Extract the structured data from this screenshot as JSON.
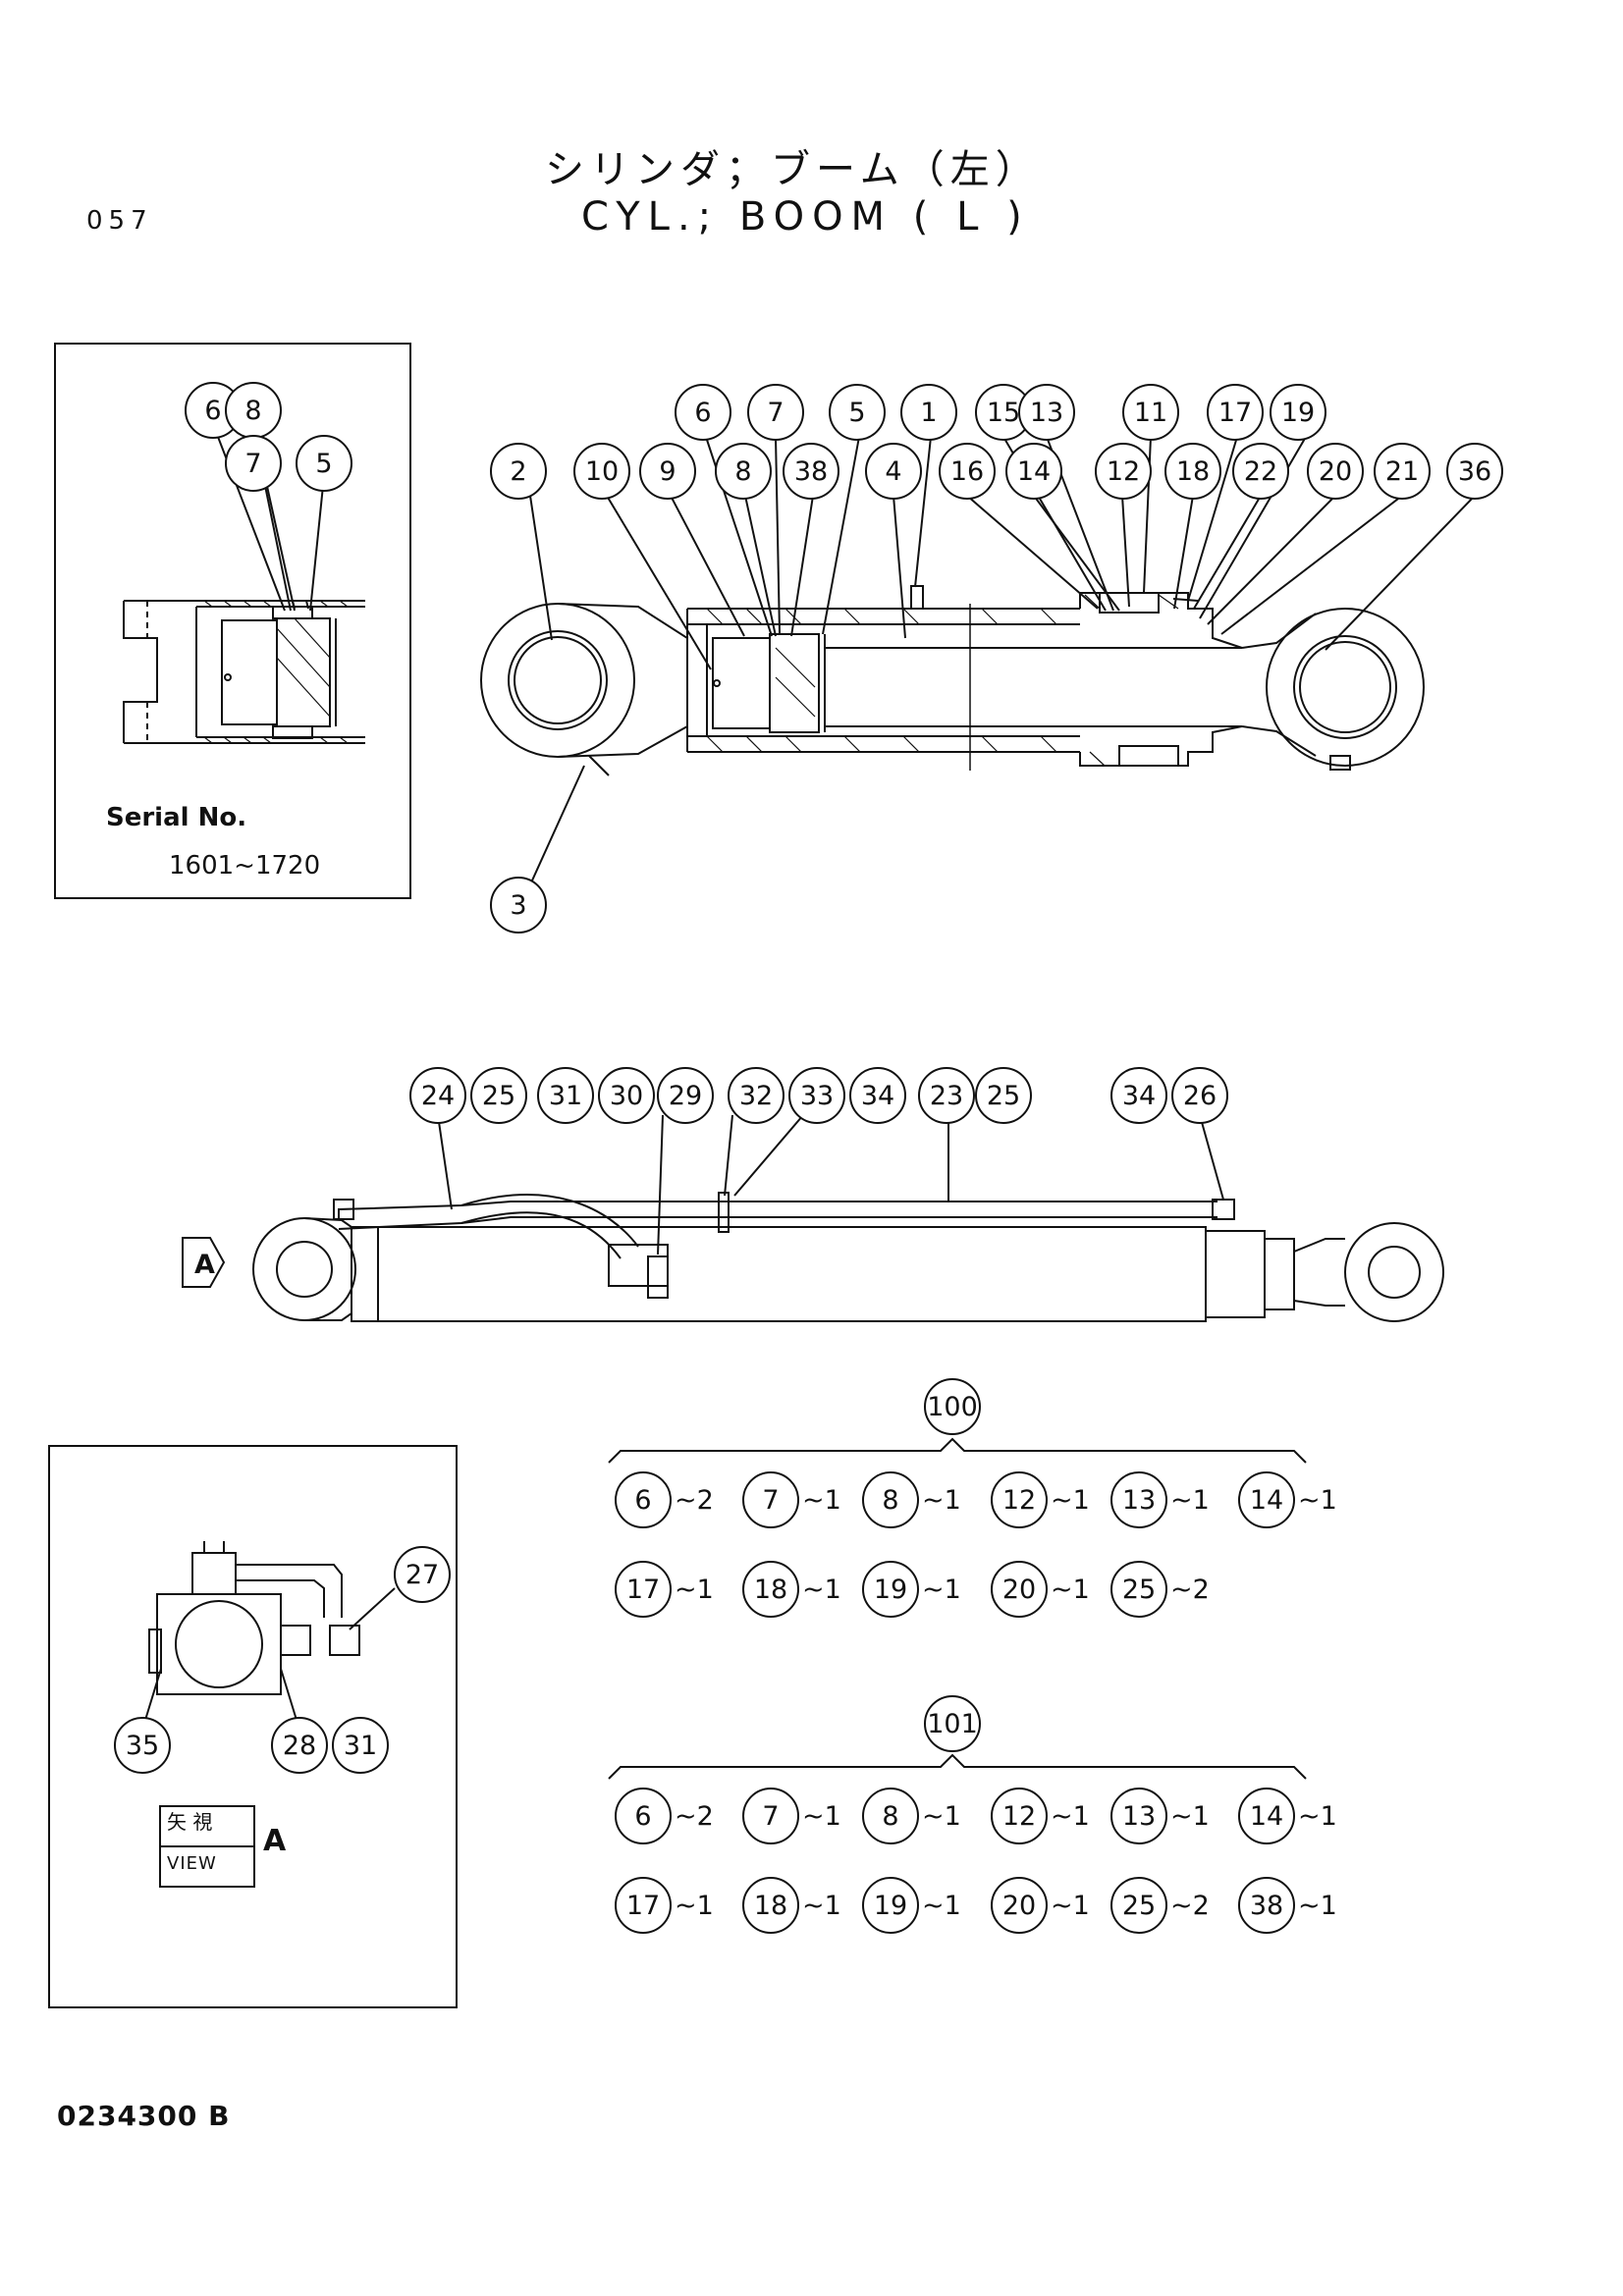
{
  "header": {
    "page_number": "057",
    "title_jp": "シリンダ；ブーム（左）",
    "title_en": "CYL.; BOOM ( L )"
  },
  "inset_detail": {
    "callouts": [
      "6",
      "8",
      "7",
      "5"
    ],
    "serial_label": "Serial No.",
    "serial_range": "1601~1720"
  },
  "main_section": {
    "callouts": [
      "2",
      "10",
      "9",
      "6",
      "8",
      "7",
      "38",
      "5",
      "1",
      "4",
      "16",
      "15",
      "14",
      "13",
      "12",
      "11",
      "18",
      "17",
      "22",
      "19",
      "20",
      "21",
      "36",
      "3"
    ]
  },
  "external_view": {
    "arrow_label": "A",
    "callouts": [
      "24",
      "25",
      "31",
      "30",
      "29",
      "32",
      "33",
      "34",
      "23",
      "25",
      "34",
      "26"
    ]
  },
  "view_a_inset": {
    "callouts": [
      "27",
      "35",
      "28",
      "31"
    ],
    "view_jp": "矢 視",
    "view_en": "VIEW",
    "view_letter": "A"
  },
  "kits": [
    {
      "id": "100",
      "rows": [
        [
          {
            "part": "6",
            "qty": "~2"
          },
          {
            "part": "7",
            "qty": "~1"
          },
          {
            "part": "8",
            "qty": "~1"
          },
          {
            "part": "12",
            "qty": "~1"
          },
          {
            "part": "13",
            "qty": "~1"
          },
          {
            "part": "14",
            "qty": "~1"
          }
        ],
        [
          {
            "part": "17",
            "qty": "~1"
          },
          {
            "part": "18",
            "qty": "~1"
          },
          {
            "part": "19",
            "qty": "~1"
          },
          {
            "part": "20",
            "qty": "~1"
          },
          {
            "part": "25",
            "qty": "~2"
          }
        ]
      ]
    },
    {
      "id": "101",
      "rows": [
        [
          {
            "part": "6",
            "qty": "~2"
          },
          {
            "part": "7",
            "qty": "~1"
          },
          {
            "part": "8",
            "qty": "~1"
          },
          {
            "part": "12",
            "qty": "~1"
          },
          {
            "part": "13",
            "qty": "~1"
          },
          {
            "part": "14",
            "qty": "~1"
          }
        ],
        [
          {
            "part": "17",
            "qty": "~1"
          },
          {
            "part": "18",
            "qty": "~1"
          },
          {
            "part": "19",
            "qty": "~1"
          },
          {
            "part": "20",
            "qty": "~1"
          },
          {
            "part": "25",
            "qty": "~2"
          },
          {
            "part": "38",
            "qty": "~1"
          }
        ]
      ]
    }
  ],
  "footer": {
    "doc_number": "0234300 B"
  }
}
